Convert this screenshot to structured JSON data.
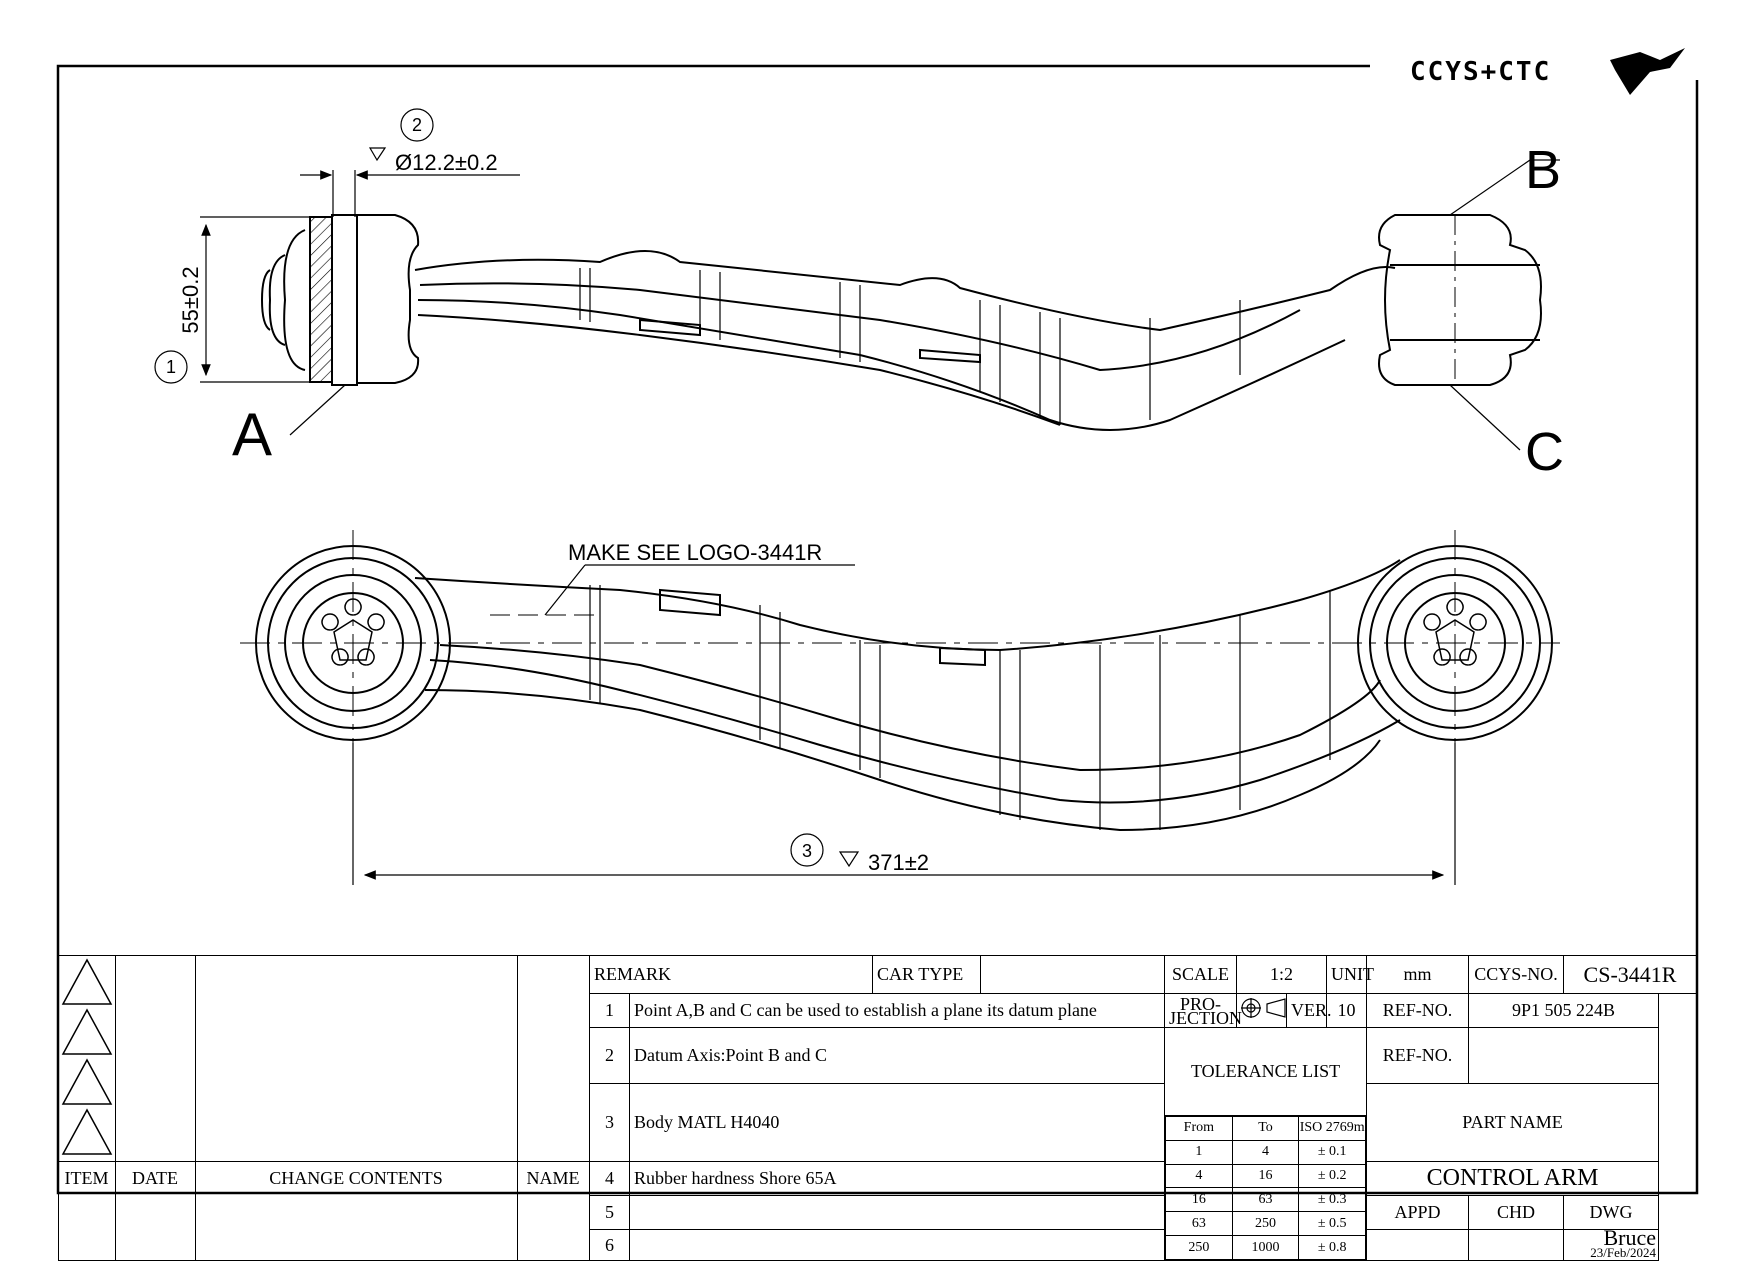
{
  "logo": {
    "text": "CCYS+CTC"
  },
  "labels": {
    "point_a": "A",
    "point_b": "B",
    "point_c": "C",
    "dim1_num": "1",
    "dim1_value": "55±0.2",
    "dim2_num": "2",
    "dim2_value": "Ø12.2±0.2",
    "dim3_num": "3",
    "dim3_value": "371±2",
    "logo_note": "MAKE SEE LOGO-3441R"
  },
  "revision_block": {
    "headers": {
      "item": "ITEM",
      "date": "DATE",
      "change": "CHANGE CONTENTS",
      "name": "NAME"
    }
  },
  "remarks": {
    "header": "REMARK",
    "car_type_label": "CAR TYPE",
    "items": [
      {
        "num": "1",
        "text": "Point A,B and C can be used to establish a plane its datum plane"
      },
      {
        "num": "2",
        "text": "Datum Axis:Point B and C"
      },
      {
        "num": "3",
        "text": "Body MATL H4040"
      },
      {
        "num": "4",
        "text": "Rubber hardness Shore 65A"
      },
      {
        "num": "5",
        "text": ""
      },
      {
        "num": "6",
        "text": ""
      }
    ]
  },
  "title_block": {
    "scale_label": "SCALE",
    "scale_value": "1:2",
    "unit_label": "UNIT",
    "unit_value": "mm",
    "projection_label": "PRO-JECTION",
    "ver_label": "VER.",
    "ver_value": "10",
    "tolerance_title": "TOLERANCE LIST",
    "tolerance_headers": [
      "From",
      "To",
      "ISO 2769m"
    ],
    "tolerance_rows": [
      [
        "1",
        "4",
        "± 0.1"
      ],
      [
        "4",
        "16",
        "± 0.2"
      ],
      [
        "16",
        "63",
        "± 0.3"
      ],
      [
        "63",
        "250",
        "± 0.5"
      ],
      [
        "250",
        "1000",
        "± 0.8"
      ]
    ],
    "ccys_no_label": "CCYS-NO.",
    "ccys_no_value": "CS-3441R",
    "ref_no_label": "REF-NO.",
    "ref_no_value": "9P1 505 224B",
    "ref_no2_label": "REF-NO.",
    "ref_no2_value": "",
    "part_name_label": "PART NAME",
    "part_name_value": "CONTROL ARM",
    "appd_label": "APPD",
    "chd_label": "CHD",
    "dwg_label": "DWG",
    "dwg_value": "Bruce",
    "date_value": "23/Feb/2024"
  }
}
